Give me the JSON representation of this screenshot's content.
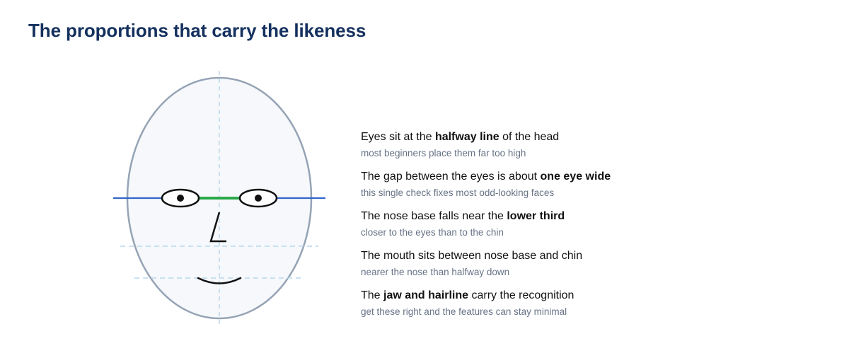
{
  "title": "The proportions that carry the likeness",
  "colors": {
    "title": "#14305e",
    "head_outline": "#95a3b5",
    "head_fill": "#f6f8fb",
    "eye_line": "#3366cc",
    "eye_gap": "#2aa84a",
    "guide": "#b9d7ef",
    "feature": "#111111",
    "subtext": "#667385"
  },
  "icons": [
    "head-outline-icon",
    "eye-icon",
    "nose-icon",
    "mouth-icon"
  ],
  "notes": [
    {
      "before": "Eyes sit at the ",
      "bold": "halfway line",
      "after": " of the head",
      "sub": "most beginners place them far too high"
    },
    {
      "before": "The gap between the eyes is about ",
      "bold": "one eye wide",
      "after": "",
      "sub": "this single check fixes most odd-looking faces"
    },
    {
      "before": "The nose base falls near the ",
      "bold": "lower third",
      "after": "",
      "sub": "closer to the eyes than to the chin"
    },
    {
      "before": "The mouth sits between nose base and chin",
      "bold": "",
      "after": "",
      "sub": "nearer the nose than halfway down"
    },
    {
      "before": "The ",
      "bold": "jaw and hairline",
      "after": " carry the recognition",
      "sub": "get these right and the features can stay minimal"
    }
  ]
}
